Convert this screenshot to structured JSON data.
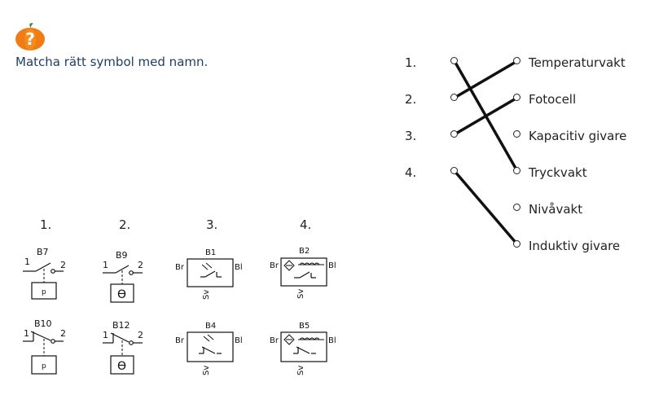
{
  "prompt": "Matcha rätt symbol med namn.",
  "matching": {
    "left": [
      "1.",
      "2.",
      "3.",
      "4."
    ],
    "right": [
      "Temperaturvakt",
      "Fotocell",
      "Kapacitiv givare",
      "Tryckvakt",
      "Nivåvakt",
      "Induktiv givare"
    ],
    "connections": [
      [
        1,
        4
      ],
      [
        2,
        1
      ],
      [
        3,
        2
      ],
      [
        4,
        6
      ]
    ]
  },
  "symbols": {
    "columns": [
      "1.",
      "2.",
      "3.",
      "4."
    ],
    "row1": {
      "c1": {
        "tag": "B7",
        "t1": "1",
        "t2": "2",
        "box": "p"
      },
      "c2": {
        "tag": "B9",
        "t1": "1",
        "t2": "2",
        "box": "ϴ"
      },
      "c3": {
        "tag": "B1",
        "br": "Br",
        "bl": "Bl",
        "sv": "Sv"
      },
      "c4": {
        "tag": "B2",
        "br": "Br",
        "bl": "Bl",
        "sv": "Sv"
      }
    },
    "row2": {
      "c1": {
        "tag": "B10",
        "t1": "1",
        "t2": "2",
        "box": "p"
      },
      "c2": {
        "tag": "B12",
        "t1": "1",
        "t2": "2",
        "box": "ϴ"
      },
      "c3": {
        "tag": "B4",
        "br": "Br",
        "bl": "Bl",
        "sv": "Sv"
      },
      "c4": {
        "tag": "B5",
        "br": "Br",
        "bl": "Bl",
        "sv": "Sv"
      }
    }
  }
}
